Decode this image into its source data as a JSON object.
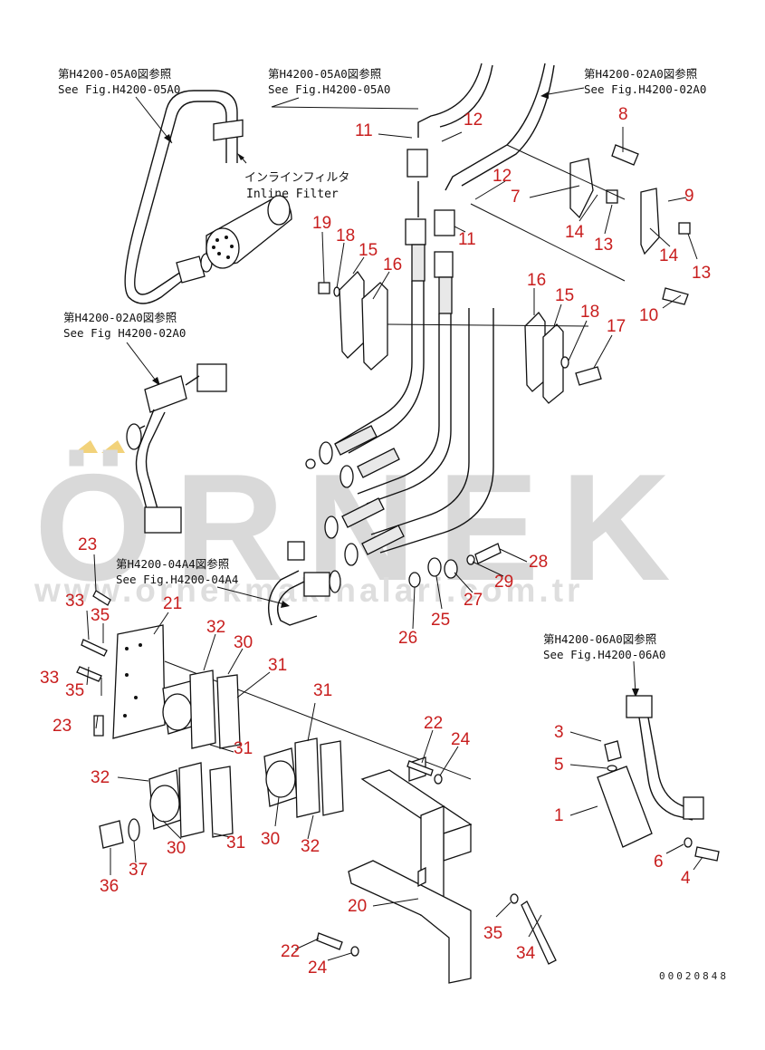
{
  "references": [
    {
      "jp": "第H4200-05A0図参照",
      "en": "See Fig.H4200-05A0"
    },
    {
      "jp": "第H4200-05A0図参照",
      "en": "See Fig.H4200-05A0"
    },
    {
      "jp": "第H4200-02A0図参照",
      "en": "See Fig.H4200-02A0"
    },
    {
      "jp": "第H4200-02A0図参照",
      "en": "See Fig H4200-02A0"
    },
    {
      "jp": "第H4200-04A4図参照",
      "en": "See Fig.H4200-04A4"
    },
    {
      "jp": "第H4200-06A0図参照",
      "en": "See Fig.H4200-06A0"
    }
  ],
  "filter": {
    "jp": "インラインフィルタ",
    "en": "Inline Filter"
  },
  "part_numbers": [
    "11",
    "12",
    "8",
    "12",
    "7",
    "11",
    "9",
    "14",
    "13",
    "14",
    "13",
    "19",
    "18",
    "15",
    "16",
    "10",
    "16",
    "15",
    "18",
    "17",
    "23",
    "33",
    "35",
    "21",
    "32",
    "30",
    "33",
    "35",
    "31",
    "23",
    "31",
    "32",
    "31",
    "30",
    "31",
    "32",
    "30",
    "36",
    "37",
    "22",
    "24",
    "28",
    "29",
    "27",
    "25",
    "26",
    "3",
    "5",
    "1",
    "6",
    "4",
    "20",
    "35",
    "34",
    "22",
    "24"
  ],
  "watermark": {
    "brand": "ÖRNEK",
    "url": "www.ornekmakinalari.com.tr"
  },
  "drawing_number": "00020848",
  "colors": {
    "callout": "#c81e1e",
    "watermark": "#d9d9d9",
    "watermark_accent": "#f2d27a",
    "line": "#111111"
  }
}
